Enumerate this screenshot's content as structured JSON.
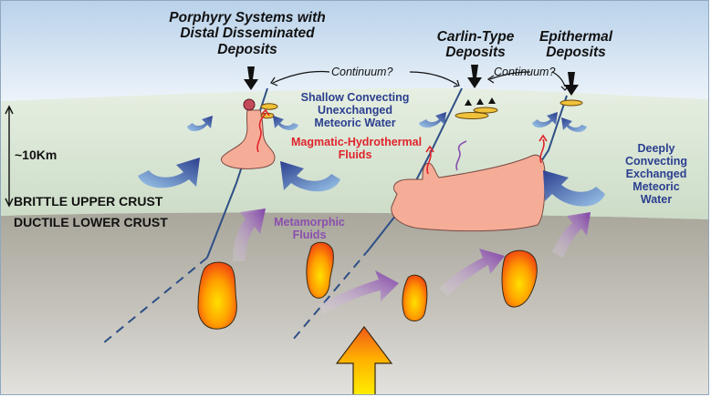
{
  "titles": {
    "porphyry": [
      "Porphyry Systems with",
      "Distal Disseminated",
      "Deposits"
    ],
    "carlin": [
      "Carlin-Type",
      "Deposits"
    ],
    "epithermal": [
      "Epithermal",
      "Deposits"
    ]
  },
  "continuum_labels": [
    "Continuum?",
    "Continuum?"
  ],
  "fluids": {
    "shallow": [
      "Shallow Convecting",
      "Unexchanged",
      "Meteoric Water"
    ],
    "magmatic": [
      "Magmatic-Hydrothermal",
      "Fluids"
    ],
    "deep": [
      "Deeply",
      "Convecting",
      "Exchanged",
      "Meteoric",
      "Water"
    ],
    "metamorphic": [
      "Metamorphic",
      "Fluids"
    ]
  },
  "depth_label": "~10Km",
  "crust": {
    "upper": "BRITTLE UPPER CRUST",
    "lower": "DUCTILE LOWER CRUST"
  },
  "colors": {
    "sky": "#cfe0f0",
    "upper_crust": "#d8e6d4",
    "lower_crust": "#b3b0a6",
    "pluton": "#f6ad98",
    "fluid_arrow_blue": "#2b3f8f",
    "magmatic_red": "#e0242c",
    "metamorphic_purple": "#8a4fae",
    "ore_yellow": "#f0c23a"
  }
}
